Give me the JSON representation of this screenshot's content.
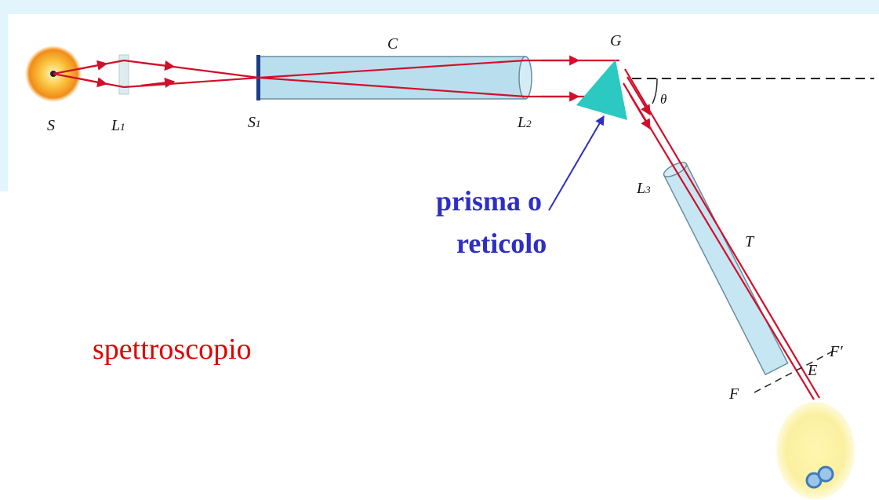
{
  "labels": {
    "source": "S",
    "lens1": "L",
    "lens1_sub": "1",
    "slit": "S",
    "slit_sub": "1",
    "collimator": "C",
    "lens2": "L",
    "lens2_sub": "2",
    "grating": "G",
    "angle": "θ",
    "lens3": "L",
    "lens3_sub": "3",
    "telescope": "T",
    "eyepiece": "E",
    "focal_plane_left": "F",
    "focal_plane_right": "F′"
  },
  "annotation": {
    "line1": "prisma o",
    "line2": "reticolo"
  },
  "caption": "spettroscopio",
  "colors": {
    "background_panel": "#e2f5fc",
    "ray": "#d0102a",
    "prism": "#2cc8c2",
    "tube": "#b9dfee",
    "annotation": "#2e2ec6",
    "caption": "#e00000",
    "source_glow": "#f5a020",
    "eye_glow": "#fbf3a6"
  }
}
